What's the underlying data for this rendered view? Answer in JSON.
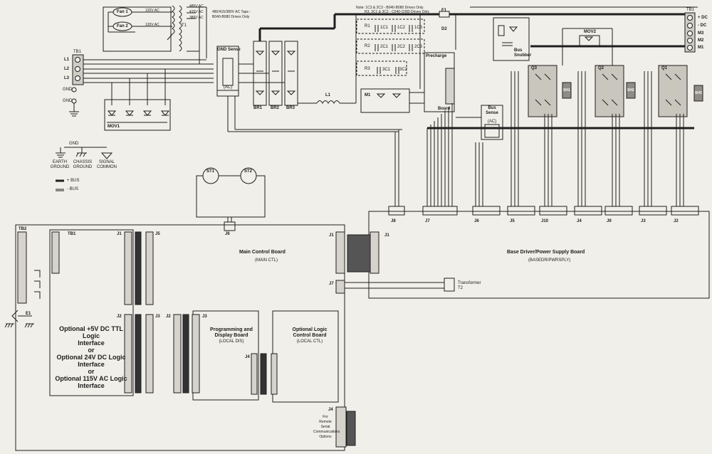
{
  "note": {
    "line1": "Note: 1C3 & 2C3 - B040-B080 Drives Only",
    "line2": "R3, 3C1 & 3C2 - C040-C080 Drives Only"
  },
  "tap_note": "480/415/380V AC Taps - B040-B080 Drives Only",
  "fan1": "Fan 1",
  "fan2": "Fan 2",
  "v120a": "120V AC",
  "v120b": "120V AC",
  "v480": "480V AC",
  "v415": "415V AC",
  "v380": "380V AC",
  "t1": "T1",
  "tb1_top": "TB1",
  "l1": "L1",
  "l2a": "L2",
  "l2b": "L3",
  "gnd1": "GND",
  "gnd2": "GND",
  "mov1": "MOV1",
  "gnd_sense": "GND Sense",
  "ac1": "(AC)",
  "br1": "BR1",
  "br2": "BR2",
  "br3": "BR3",
  "l1_choke": "L1",
  "r1": "R1",
  "r2": "R2",
  "r3": "R3",
  "c1c1": "1C1",
  "c1c2": "1C2",
  "c1c3": "1C3",
  "c2c1": "2C1",
  "c2c2": "2C2",
  "c2c3": "2C3",
  "c3c1": "3C1",
  "c3c2": "3C2",
  "m1": "M1",
  "f1": "F1",
  "d2": "D2",
  "precharge": "Precharge",
  "board": "Board",
  "bus_snubber": "Bus Snubber",
  "bus_sense": "Bus Sense",
  "ac2": "(AC)",
  "mov2": "MOV2",
  "q3": "Q3",
  "q2": "Q2",
  "q1": "Q1",
  "sh1": "SH1",
  "sh2": "SH2",
  "sh3": "SH3",
  "tb1_right": "TB1",
  "plus_dc": "+ DC",
  "minus_dc": "- DC",
  "m3": "M3",
  "m2": "M2",
  "m1t": "M1",
  "legend": {
    "gnd": "GND",
    "earth": "EARTH GROUND",
    "chassis": "CHASSIS GROUND",
    "signal": "SIGNAL COMMON",
    "plus_bus": "+ BUS",
    "minus_bus": "- BUS"
  },
  "st1": "ST1",
  "st2": "ST2",
  "connectors_top": [
    "J8",
    "J7",
    "J6",
    "J5",
    "J10",
    "J4",
    "J9",
    "J3",
    "J2"
  ],
  "main_board": "Main Control Board",
  "main_ctl": "(MAIN CTL)",
  "j6": "J6",
  "tb2": "TB2",
  "tb1_inner": "TB1",
  "base_board": "Base Driver/Power Supply Board",
  "base_ctl": "(BASEDR/PWRSPLY)",
  "j1_main": "J1",
  "j1_base": "J1",
  "j7_main": "J7",
  "transformer": "Transformer",
  "t2": "T2",
  "opt_logic": [
    "Optional +5V DC TTL Logic",
    "Interface",
    "or",
    "Optional 24V DC Logic",
    "Interface",
    "or",
    "Optional 115V AC Logic",
    "Interface"
  ],
  "prog_board": [
    "Programming and",
    "Display Board"
  ],
  "prog_ctl": "(LOCAL DIS)",
  "opt_logic_ctl": [
    "Optional Logic",
    "Control Board"
  ],
  "logic_ctl": "(LOCAL CTL)",
  "j4_text": [
    "For",
    "Remote",
    "Serial",
    "Communications",
    "Options"
  ],
  "j1_left": "J1",
  "j5_left": "J5",
  "j2_left": "J2",
  "j3_left": "J3",
  "jp2": "J2",
  "jp3": "J3",
  "jp4": "J4",
  "e1": "E1"
}
